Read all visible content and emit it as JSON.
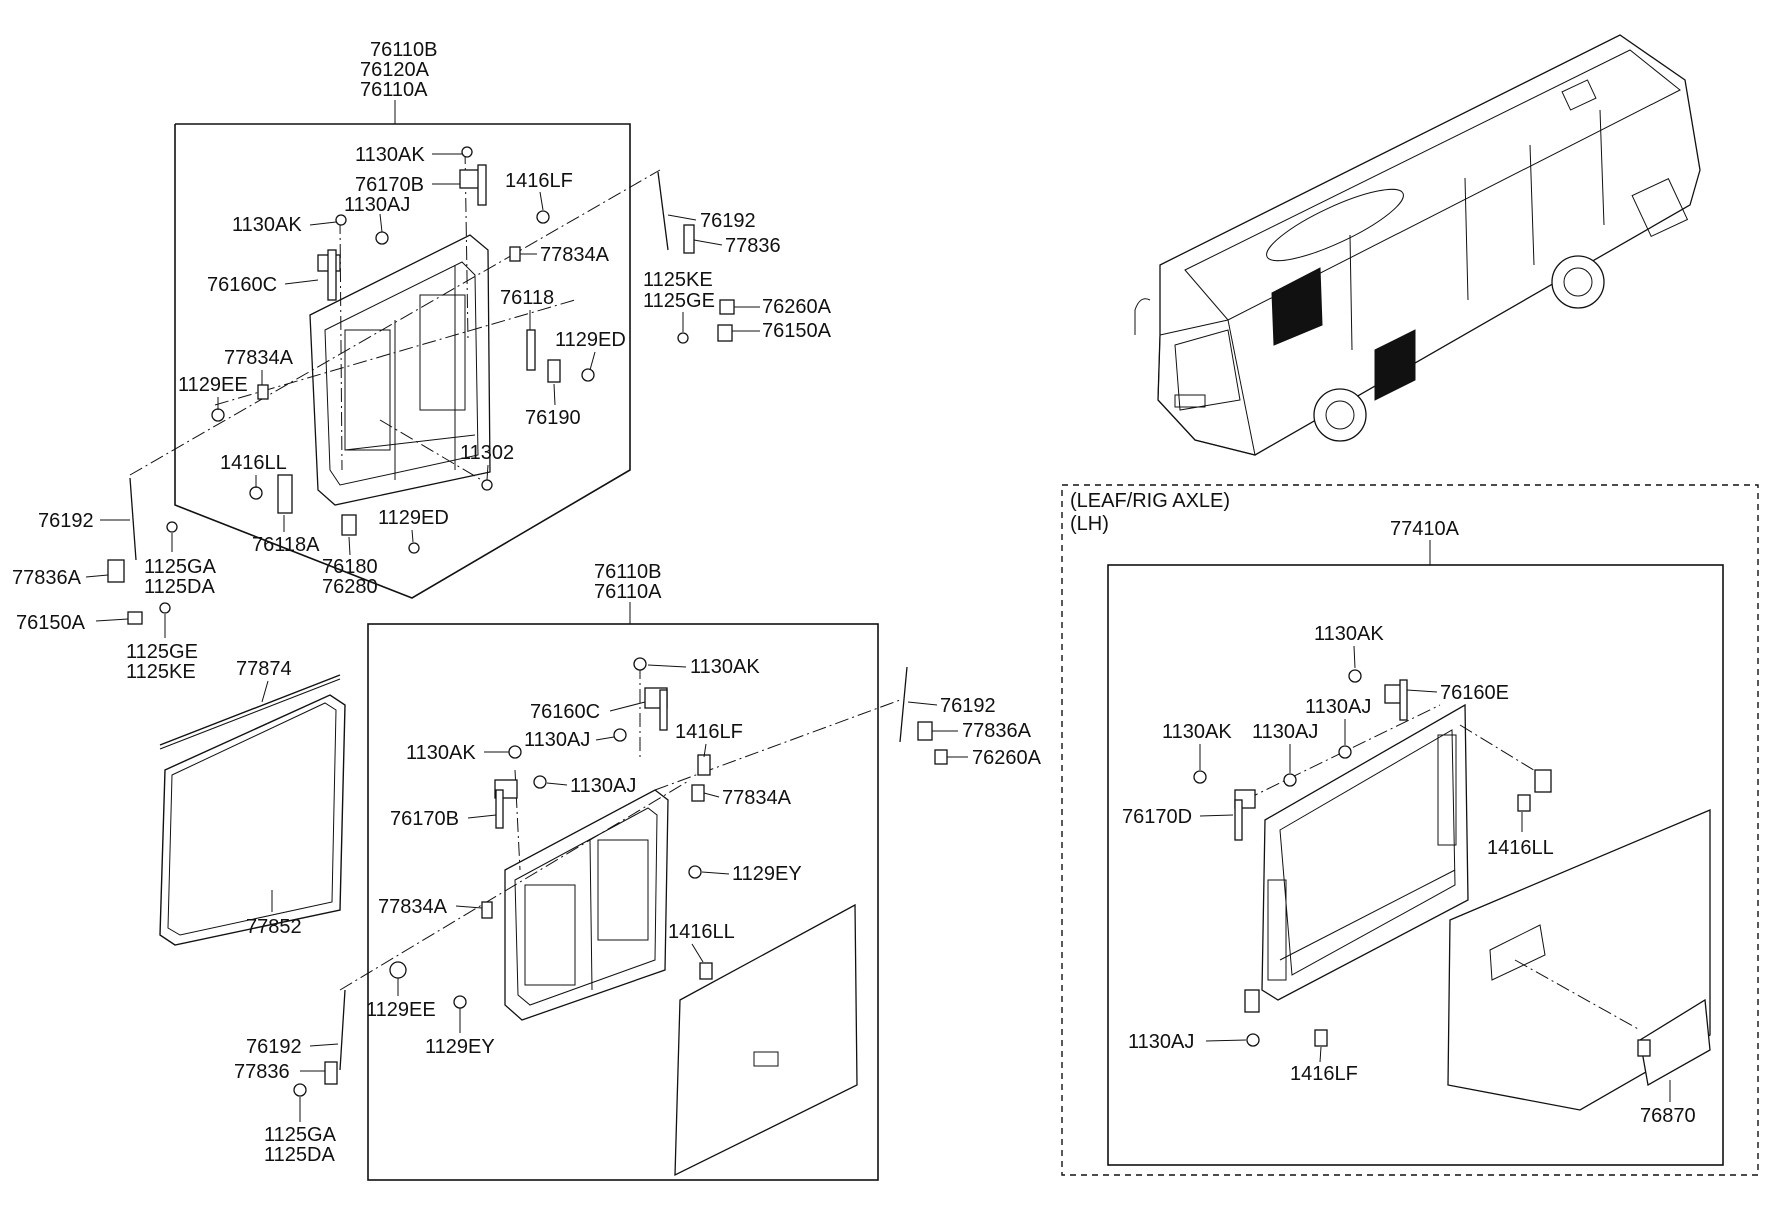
{
  "view1": {
    "header": [
      "76110B",
      "76120A",
      "76110A"
    ],
    "labels": {
      "p1130ak_a": "1130AK",
      "p76170b": "76170B",
      "p1416lf": "1416LF",
      "p1130aj": "1130AJ",
      "p1130ak_b": "1130AK",
      "p76192_a": "76192",
      "p77836": "77836",
      "p77834a_a": "77834A",
      "p76160c": "76160C",
      "p1125ke": "1125KE",
      "p1125ge": "1125GE",
      "p76260a": "76260A",
      "p76150a_a": "76150A",
      "p76118": "76118",
      "p1129ed_a": "1129ED",
      "p77834a_b": "77834A",
      "p1129ee": "1129EE",
      "p76190": "76190",
      "p1416ll": "1416LL",
      "p11302": "11302",
      "p76192_b": "76192",
      "p1129ed_b": "1129ED",
      "p76118a": "76118A",
      "p76180": "76180",
      "p76280": "76280",
      "p77836a": "77836A",
      "p1125ga": "1125GA",
      "p1125da": "1125DA",
      "p76150a_b": "76150A",
      "p1125ge_b": "1125GE",
      "p1125ke_b": "1125KE"
    }
  },
  "seal": {
    "p77874": "77874",
    "p77852": "77852"
  },
  "view2": {
    "header": [
      "76110B",
      "76110A"
    ],
    "labels": {
      "p1130ak_a": "1130AK",
      "p76160c": "76160C",
      "p1416lf": "1416LF",
      "p1130ak_b": "1130AK",
      "p1130aj_a": "1130AJ",
      "p1130aj_b": "1130AJ",
      "p76170b": "76170B",
      "p77834a_a": "77834A",
      "p76192_a": "76192",
      "p77836a": "77836A",
      "p76260a": "76260A",
      "p1129ey_a": "1129EY",
      "p77834a_b": "77834A",
      "p1416ll": "1416LL",
      "p1129ee": "1129EE",
      "p1129ey_b": "1129EY",
      "p76192_b": "76192",
      "p77836": "77836",
      "p1125ga": "1125GA",
      "p1125da": "1125DA"
    }
  },
  "view3": {
    "caption": [
      "(LEAF/RIG AXLE)",
      "(LH)"
    ],
    "header": "77410A",
    "labels": {
      "p1130ak_a": "1130AK",
      "p76160e": "76160E",
      "p1130aj_a": "1130AJ",
      "p1130ak_b": "1130AK",
      "p1130aj_b": "1130AJ",
      "p76170d": "76170D",
      "p1416ll": "1416LL",
      "p1130aj_c": "1130AJ",
      "p1416lf": "1416LF",
      "p76870": "76870"
    }
  }
}
